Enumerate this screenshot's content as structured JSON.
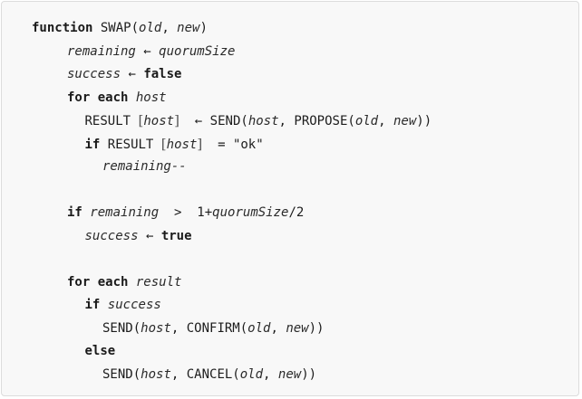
{
  "lines": [
    {
      "indent": 0,
      "tokens": [
        {
          "c": "kw",
          "t": "function"
        },
        {
          "c": "plain",
          "t": " SWAP("
        },
        {
          "c": "var",
          "t": "old"
        },
        {
          "c": "plain",
          "t": ", "
        },
        {
          "c": "var",
          "t": "new"
        },
        {
          "c": "plain",
          "t": ")"
        }
      ]
    },
    {
      "indent": 2,
      "tokens": [
        {
          "c": "var",
          "t": "remaining"
        },
        {
          "c": "plain",
          "t": " ← "
        },
        {
          "c": "var",
          "t": "quorumSize"
        }
      ]
    },
    {
      "indent": 2,
      "tokens": [
        {
          "c": "var",
          "t": "success"
        },
        {
          "c": "plain",
          "t": " ← "
        },
        {
          "c": "kw",
          "t": "false"
        }
      ]
    },
    {
      "indent": 2,
      "tokens": [
        {
          "c": "kw",
          "t": "for each"
        },
        {
          "c": "plain",
          "t": " "
        },
        {
          "c": "var",
          "t": "host"
        }
      ]
    },
    {
      "indent": 3,
      "tokens": [
        {
          "c": "plain",
          "t": "RESULT "
        },
        {
          "c": "brk",
          "t": "["
        },
        {
          "c": "var",
          "t": "host"
        },
        {
          "c": "brk",
          "t": "]"
        },
        {
          "c": "plain",
          "t": "  ← SEND("
        },
        {
          "c": "var",
          "t": "host"
        },
        {
          "c": "plain",
          "t": ", PROPOSE("
        },
        {
          "c": "var",
          "t": "old"
        },
        {
          "c": "plain",
          "t": ", "
        },
        {
          "c": "var",
          "t": "new"
        },
        {
          "c": "plain",
          "t": "))"
        }
      ]
    },
    {
      "indent": 3,
      "tokens": [
        {
          "c": "kw",
          "t": "if"
        },
        {
          "c": "plain",
          "t": " RESULT "
        },
        {
          "c": "brk",
          "t": "["
        },
        {
          "c": "var",
          "t": "host"
        },
        {
          "c": "brk",
          "t": "]"
        },
        {
          "c": "plain",
          "t": "  = \"ok\""
        }
      ]
    },
    {
      "indent": 4,
      "tokens": [
        {
          "c": "var",
          "t": "remaining--"
        }
      ]
    },
    {
      "indent": 0,
      "tokens": []
    },
    {
      "indent": 2,
      "tokens": [
        {
          "c": "kw",
          "t": "if"
        },
        {
          "c": "plain",
          "t": " "
        },
        {
          "c": "var",
          "t": "remaining"
        },
        {
          "c": "plain",
          "t": "  >  1+"
        },
        {
          "c": "var",
          "t": "quorumSize"
        },
        {
          "c": "plain",
          "t": "/2"
        }
      ]
    },
    {
      "indent": 3,
      "tokens": [
        {
          "c": "var",
          "t": "success"
        },
        {
          "c": "plain",
          "t": " ← "
        },
        {
          "c": "kw",
          "t": "true"
        }
      ]
    },
    {
      "indent": 0,
      "tokens": []
    },
    {
      "indent": 2,
      "tokens": [
        {
          "c": "kw",
          "t": "for each"
        },
        {
          "c": "plain",
          "t": " "
        },
        {
          "c": "var",
          "t": "result"
        }
      ]
    },
    {
      "indent": 3,
      "tokens": [
        {
          "c": "kw",
          "t": "if"
        },
        {
          "c": "plain",
          "t": " "
        },
        {
          "c": "var",
          "t": "success"
        }
      ]
    },
    {
      "indent": 4,
      "tokens": [
        {
          "c": "plain",
          "t": "SEND("
        },
        {
          "c": "var",
          "t": "host"
        },
        {
          "c": "plain",
          "t": ", CONFIRM("
        },
        {
          "c": "var",
          "t": "old"
        },
        {
          "c": "plain",
          "t": ", "
        },
        {
          "c": "var",
          "t": "new"
        },
        {
          "c": "plain",
          "t": "))"
        }
      ]
    },
    {
      "indent": 3,
      "tokens": [
        {
          "c": "kw",
          "t": "else"
        }
      ]
    },
    {
      "indent": 4,
      "tokens": [
        {
          "c": "plain",
          "t": "SEND("
        },
        {
          "c": "var",
          "t": "host"
        },
        {
          "c": "plain",
          "t": ", CANCEL("
        },
        {
          "c": "var",
          "t": "old"
        },
        {
          "c": "plain",
          "t": ", "
        },
        {
          "c": "var",
          "t": "new"
        },
        {
          "c": "plain",
          "t": "))"
        }
      ]
    }
  ]
}
